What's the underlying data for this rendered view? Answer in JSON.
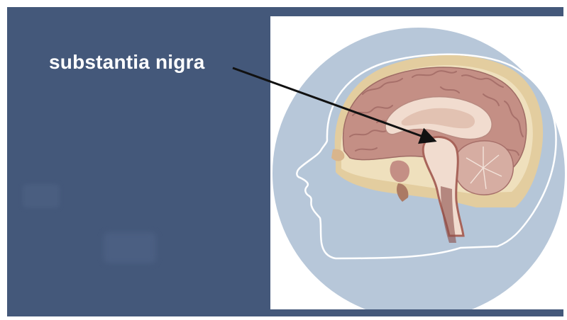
{
  "labels": {
    "structure": "substantia nigra"
  },
  "colors": {
    "background": "#44587a",
    "panel": "#ffffff",
    "circle": "#b7c7d9",
    "brain": "#c99a8f",
    "brainstem": "#f1dccf",
    "skull": "#e5cfa1"
  },
  "icons": {
    "arrow": "arrow-pointer",
    "illustration": "head-sagittal-brain-illustration"
  }
}
